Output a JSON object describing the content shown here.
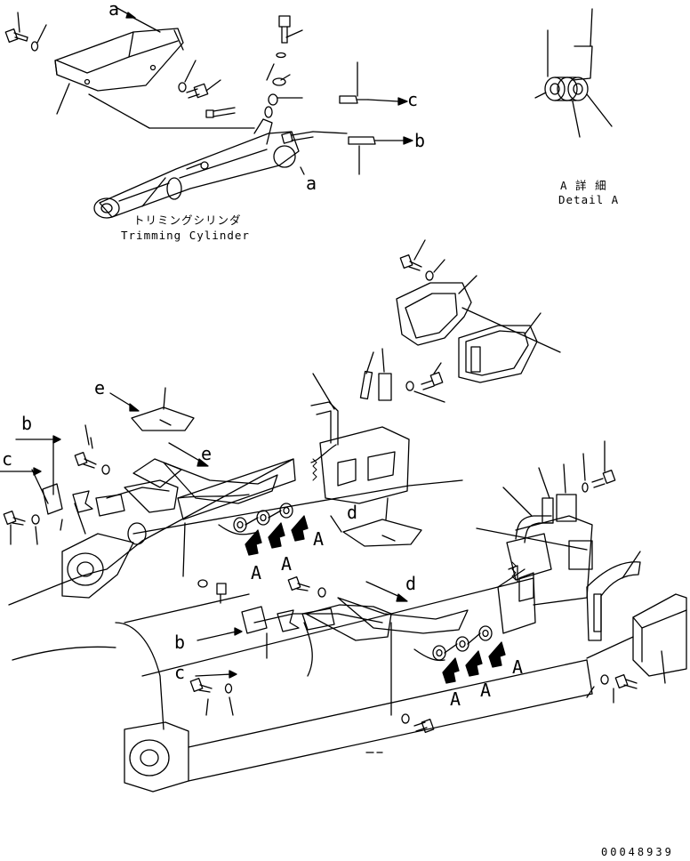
{
  "callouts": {
    "a": "a",
    "b": "b",
    "c": "c",
    "d": "d",
    "e": "e",
    "A": "A"
  },
  "captions": {
    "trimming_jp": "トリミングシリンダ",
    "trimming_en": "Trimming Cylinder",
    "detail_jp": "A 詳 細",
    "detail_en": "Detail A"
  },
  "drawing_code": "00048939"
}
